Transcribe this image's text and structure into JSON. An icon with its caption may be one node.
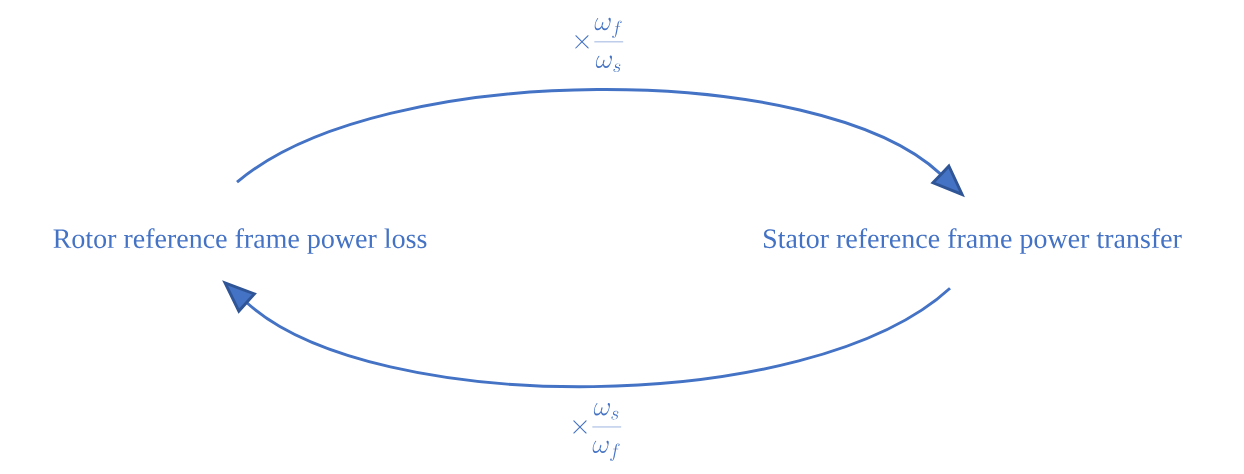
{
  "diagram": {
    "nodes": [
      {
        "text": [
          "Rotor reference frame power loss"
        ]
      },
      {
        "text": [
          "Stator reference frame power transfer"
        ]
      }
    ],
    "edges": [
      {
        "from": 0,
        "to": 1,
        "arrow": "to",
        "label": "\\times \\frac{\\omega_f}{\\omega_s}"
      },
      {
        "from": 1,
        "to": 0,
        "arrow": "to",
        "label": "\\times \\frac{\\omega_s}{\\omega_f}"
      }
    ]
  }
}
